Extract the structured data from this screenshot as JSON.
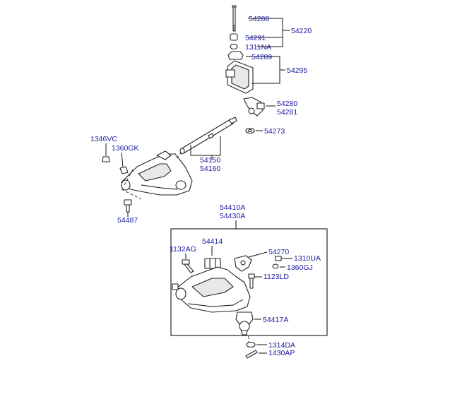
{
  "labels": {
    "p54288": "54288",
    "p54220": "54220",
    "p54291": "54291",
    "p1311NA": "1311NA",
    "p54289": "54289",
    "p54295": "54295",
    "p54280": "54280",
    "p54281": "54281",
    "p54273": "54273",
    "p1346VC": "1346VC",
    "p1360GK": "1360GK",
    "p54150": "54150",
    "p54160": "54160",
    "p54487": "54487",
    "p54410A": "54410A",
    "p54430A": "54430A",
    "p1132AG": "1132AG",
    "p54414": "54414",
    "p54270": "54270",
    "p1310UA": "1310UA",
    "p1360GJ": "1360GJ",
    "p1123LD": "1123LD",
    "p54417A": "54417A",
    "p1314DA": "1314DA",
    "p1430AP": "1430AP"
  },
  "colors": {
    "label": "#1a1aa0",
    "line": "#111111",
    "background": "#ffffff"
  }
}
